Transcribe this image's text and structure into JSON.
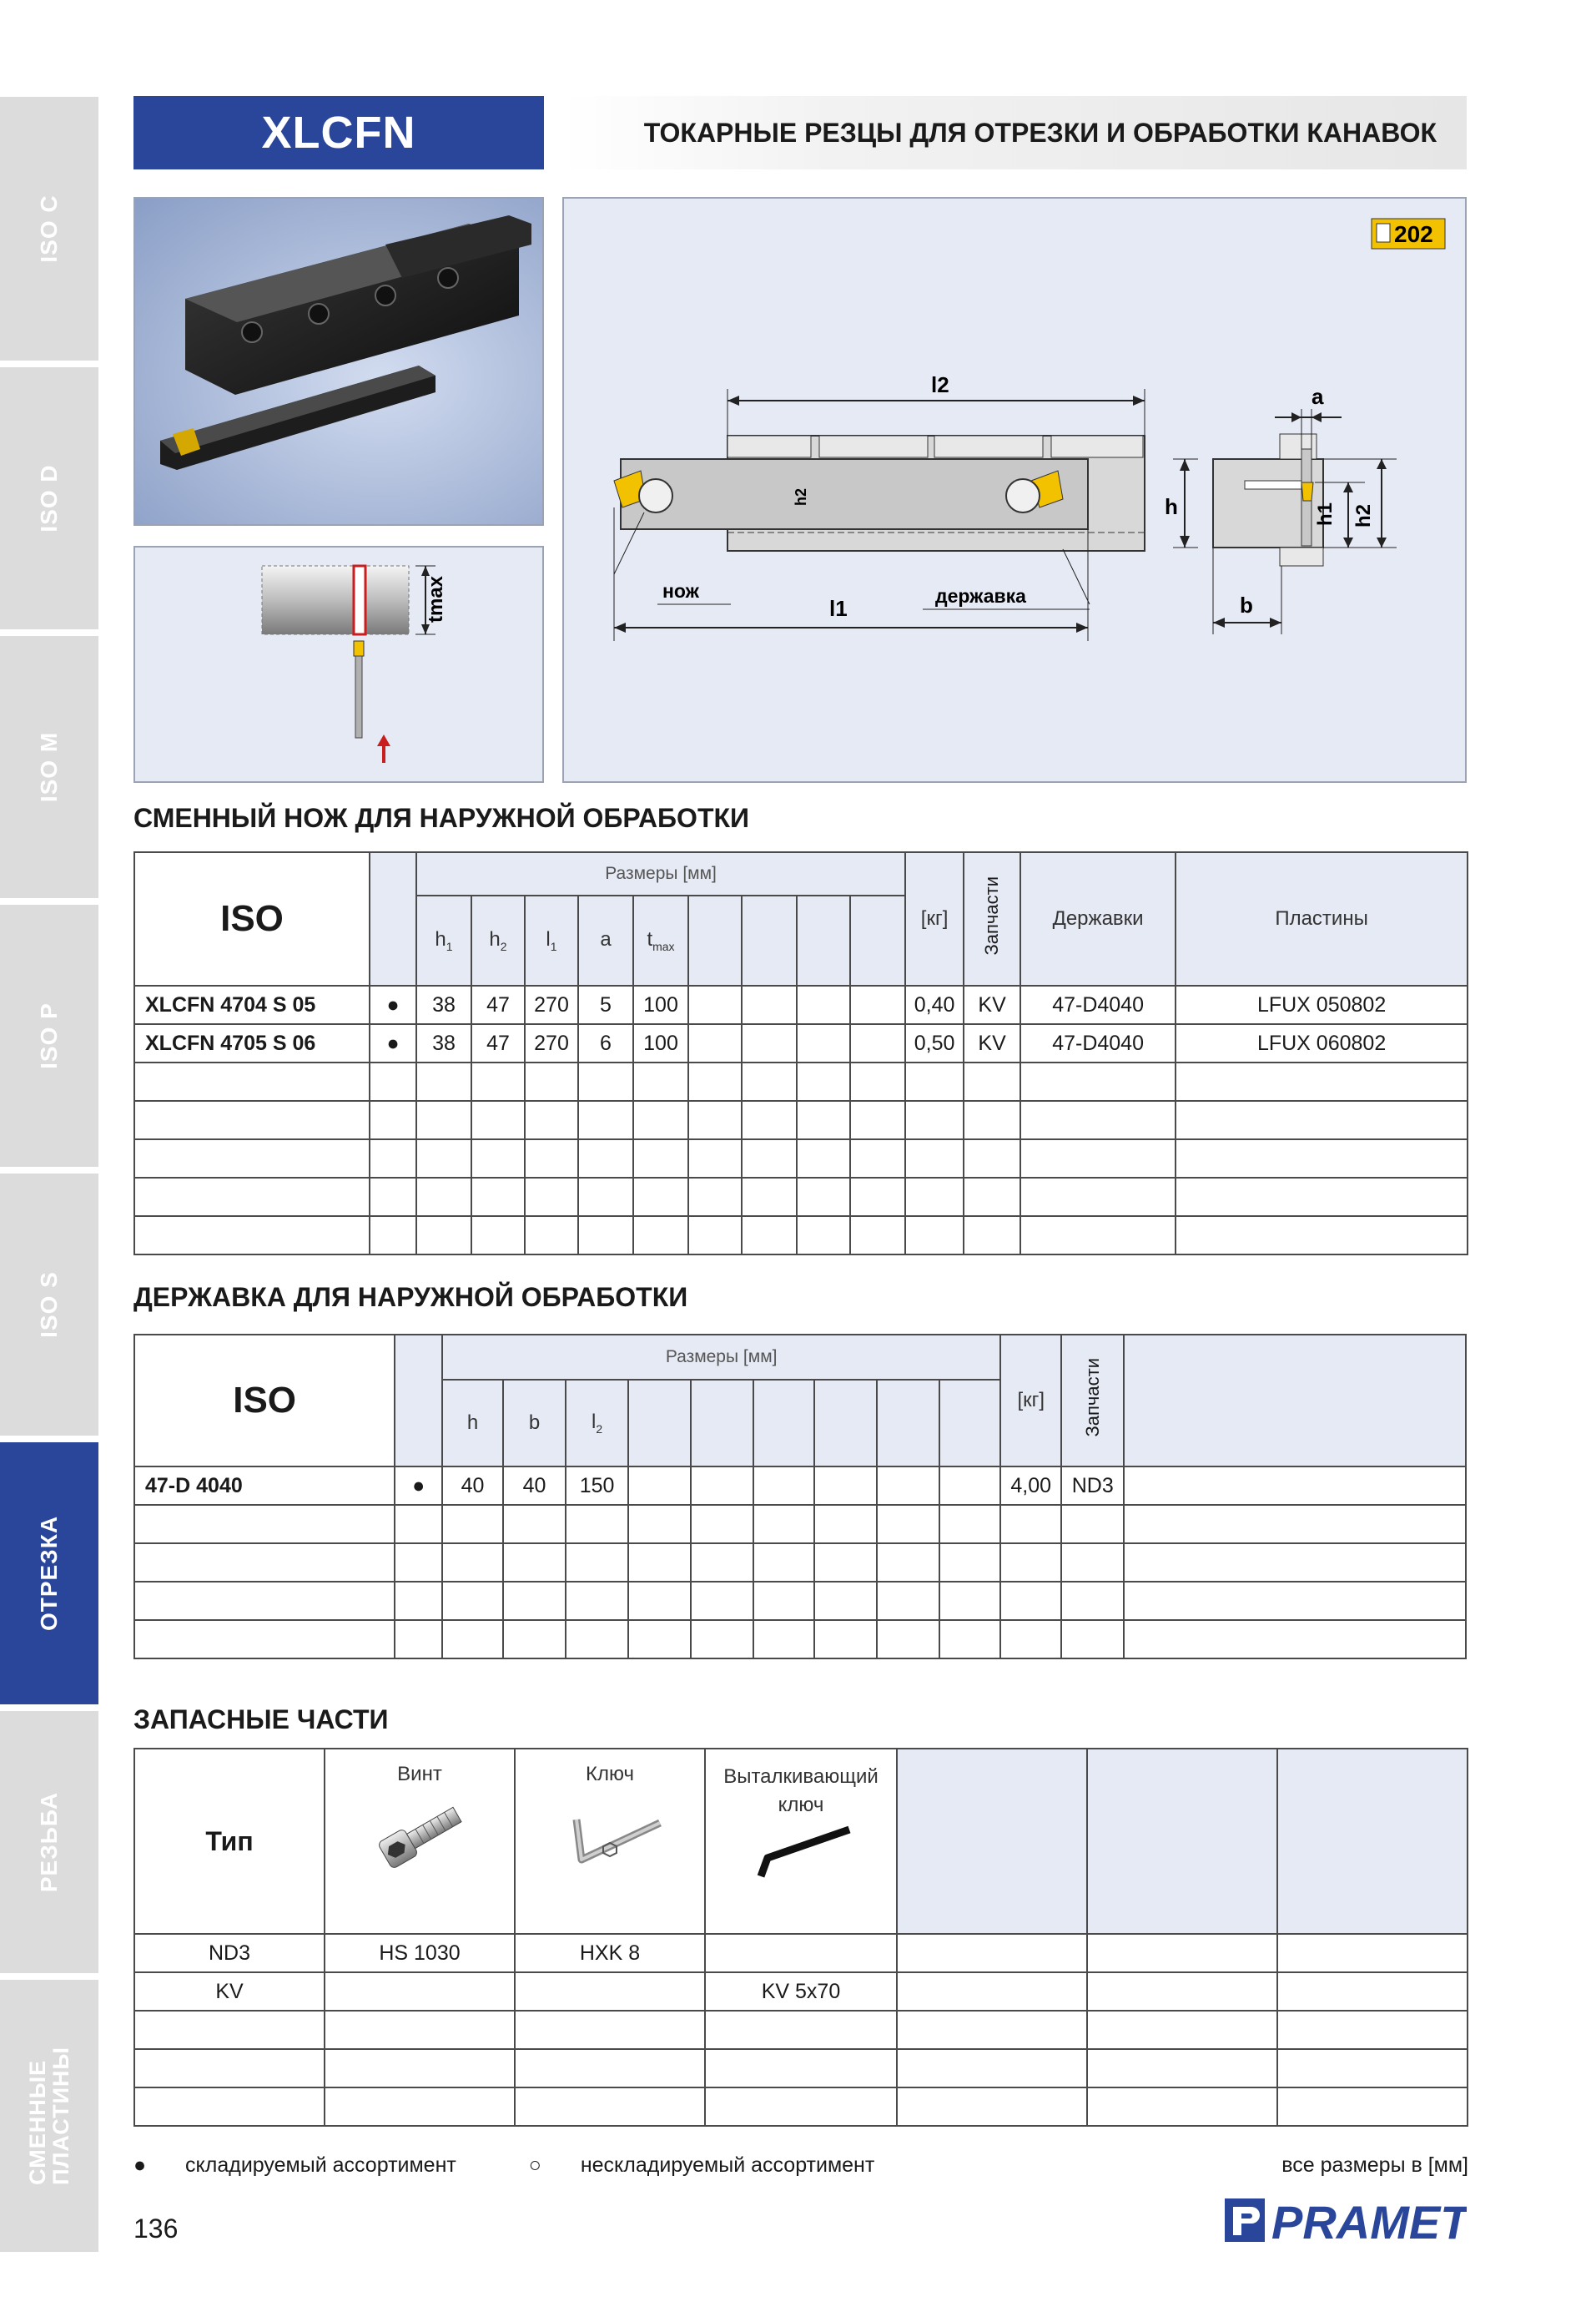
{
  "side_tabs": [
    {
      "label": "ISO C",
      "active": false
    },
    {
      "label": "ISO D",
      "active": false
    },
    {
      "label": "ISO M",
      "active": false
    },
    {
      "label": "ISO P",
      "active": false
    },
    {
      "label": "ISO S",
      "active": false
    },
    {
      "label": "ОТРЕЗКА",
      "active": true
    },
    {
      "label": "РЕЗЬБА",
      "active": false
    },
    {
      "label": "СМЕННЫЕ\nПЛАСТИНЫ",
      "active": false
    }
  ],
  "header": {
    "title": "XLCFN",
    "subtitle": "ТОКАРНЫЕ РЕЗЦЫ ДЛЯ ОТРЕЗКИ И ОБРАБОТКИ КАНАВОК"
  },
  "drawing": {
    "page_ref": "202",
    "labels": {
      "l2": "l2",
      "l1": "l1",
      "h": "h",
      "h1": "h1",
      "h2": "h2",
      "a": "a",
      "b": "b",
      "knife": "нож",
      "holder": "державка"
    },
    "tmax": "tmax",
    "colors": {
      "brand": "#2a469a",
      "insert": "#f2c200",
      "arrow": "#c81e1e"
    }
  },
  "blade_section": {
    "title": "СМЕННЫЙ НОЖ ДЛЯ НАРУЖНОЙ ОБРАБОТКИ",
    "iso_label": "ISO",
    "dims_header": "Размеры [мм]",
    "weight_header": "[кг]",
    "spare_header": "Запчасти",
    "holders_header": "Державки",
    "inserts_header": "Пластины",
    "dim_cols": [
      {
        "s": "h",
        "sub": "1"
      },
      {
        "s": "h",
        "sub": "2"
      },
      {
        "s": "l",
        "sub": "1"
      },
      {
        "s": "a",
        "sub": ""
      },
      {
        "s": "t",
        "sub": "max"
      }
    ],
    "rows": [
      {
        "code": "XLCFN 4704 S 05",
        "stock": "●",
        "h1": "38",
        "h2": "47",
        "l1": "270",
        "a": "5",
        "tmax": "100",
        "kg": "0,40",
        "spare": "KV",
        "holder": "47-D4040",
        "insert": "LFUX 050802"
      },
      {
        "code": "XLCFN 4705 S 06",
        "stock": "●",
        "h1": "38",
        "h2": "47",
        "l1": "270",
        "a": "6",
        "tmax": "100",
        "kg": "0,50",
        "spare": "KV",
        "holder": "47-D4040",
        "insert": "LFUX 060802"
      }
    ]
  },
  "holder_section": {
    "title": "ДЕРЖАВКА ДЛЯ НАРУЖНОЙ ОБРАБОТКИ",
    "iso_label": "ISO",
    "dims_header": "Размеры [мм]",
    "weight_header": "[кг]",
    "spare_header": "Запчасти",
    "dim_cols": [
      {
        "s": "h",
        "sub": ""
      },
      {
        "s": "b",
        "sub": ""
      },
      {
        "s": "l",
        "sub": "2"
      }
    ],
    "rows": [
      {
        "code": "47-D 4040",
        "stock": "●",
        "h": "40",
        "b": "40",
        "l2": "150",
        "kg": "4,00",
        "spare": "ND3"
      }
    ]
  },
  "spares_section": {
    "title": "ЗАПАСНЫЕ ЧАСТИ",
    "type_label": "Тип",
    "columns": [
      "Винт",
      "Ключ",
      "Выталкивающий ключ"
    ],
    "rows": [
      {
        "type": "ND3",
        "screw": "HS 1030",
        "key": "HXK 8",
        "ejector": ""
      },
      {
        "type": "KV",
        "screw": "",
        "key": "",
        "ejector": "KV 5x70"
      }
    ]
  },
  "footer": {
    "stock_legend": "складируемый ассортимент",
    "nonstock_legend": "нескладируемый ассортимент",
    "dims_note": "все размеры в [мм]",
    "page_number": "136",
    "brand": "PRAMET"
  }
}
